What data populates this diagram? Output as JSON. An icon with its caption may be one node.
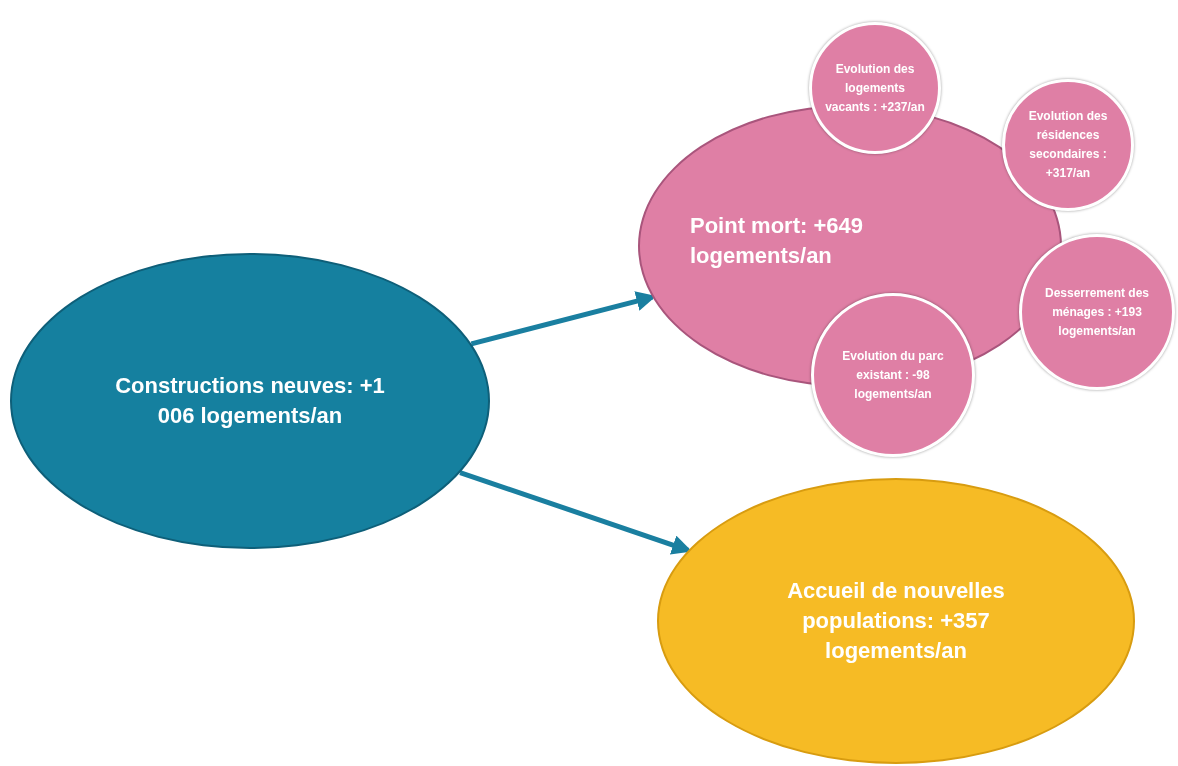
{
  "diagram": {
    "nodes": [
      {
        "text": [
          "Constructions neuves: +1 006 logements/an"
        ]
      },
      {
        "text": [
          "Point mort: +649 logements/an"
        ]
      },
      {
        "text": [
          "Evolution des logements vacants : +237/an"
        ]
      },
      {
        "text": [
          "Evolution des résidences secondaires : +317/an"
        ]
      },
      {
        "text": [
          "Desserrement des ménages : +193 logements/an"
        ]
      },
      {
        "text": [
          "Evolution du parc existant : -98 logements/an"
        ]
      },
      {
        "text": [
          "Accueil de nouvelles populations: +357 logements/an"
        ]
      }
    ],
    "edges": [
      {
        "from": 0,
        "to": 1,
        "arrow": "to"
      },
      {
        "from": 0,
        "to": 6,
        "arrow": "to"
      }
    ]
  }
}
